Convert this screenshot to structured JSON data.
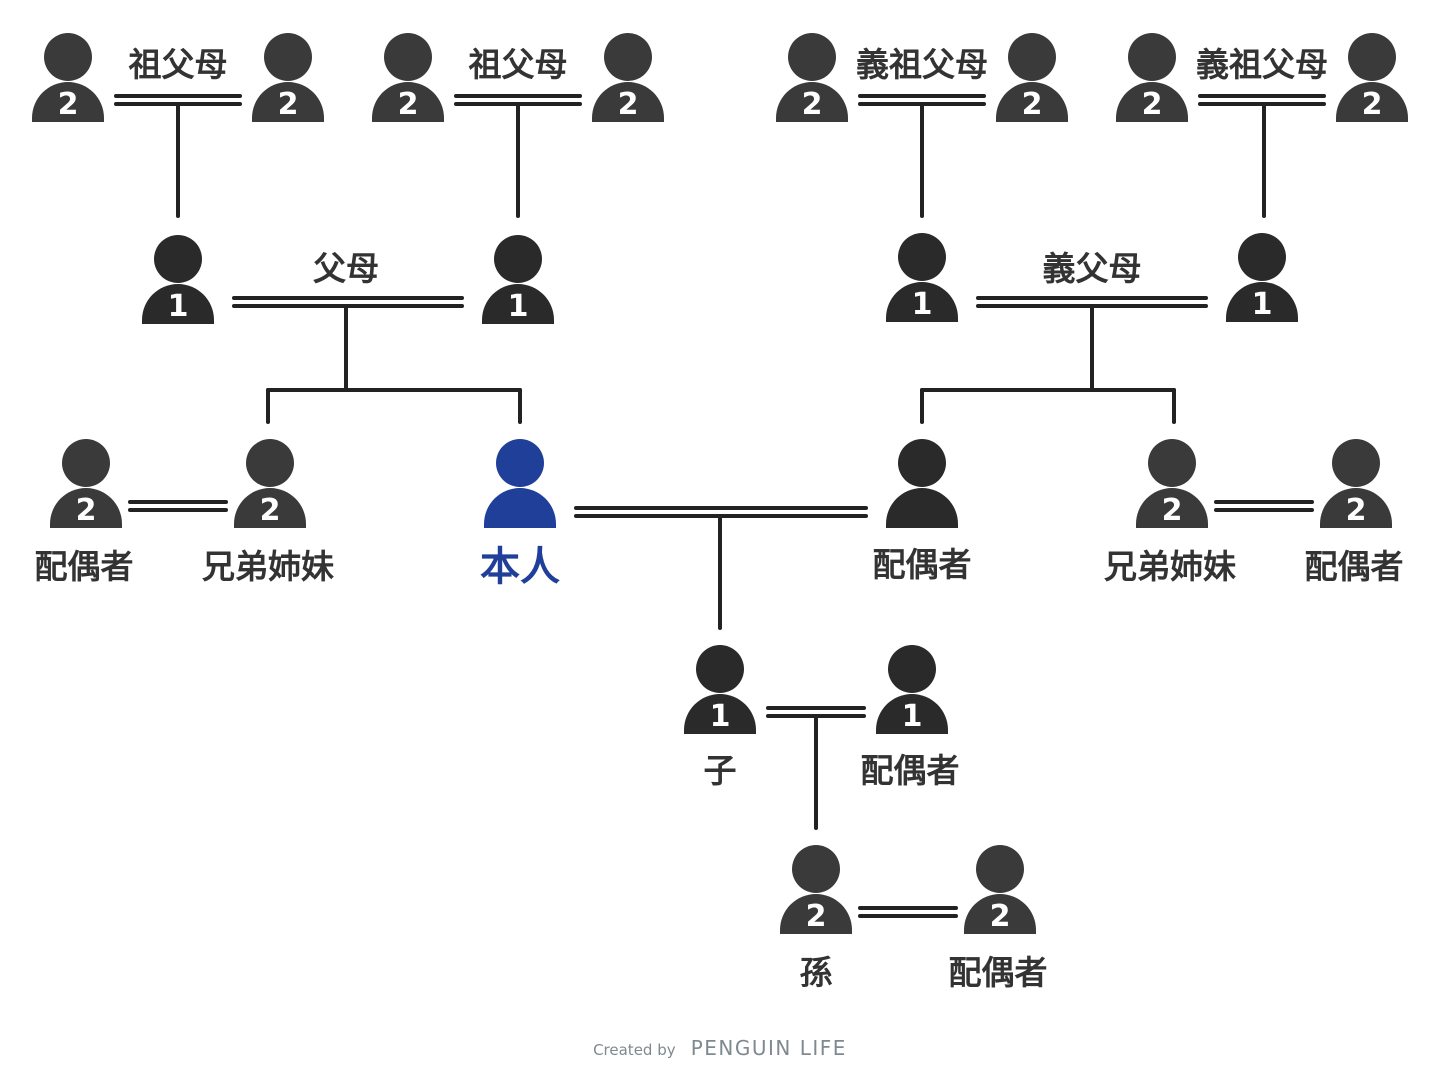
{
  "title": "親族関係図",
  "colors": {
    "self": "#1f3f99",
    "degree1": "#2a2a2a",
    "degree2": "#3a3a3a",
    "spouse": "#2a2a2a",
    "line": "#222222",
    "label": "#333333"
  },
  "groups": [
    {
      "id": "grandparents-left",
      "label": "祖父母"
    },
    {
      "id": "grandparents-right",
      "label": "祖父母"
    },
    {
      "id": "inlaw-grandparents-left",
      "label": "義祖父母"
    },
    {
      "id": "inlaw-grandparents-right",
      "label": "義祖父母"
    },
    {
      "id": "parents",
      "label": "父母"
    },
    {
      "id": "inlaw-parents",
      "label": "義父母"
    }
  ],
  "persons": [
    {
      "id": "gp1",
      "name": "grandparent",
      "degree": "2",
      "label": ""
    },
    {
      "id": "gp2",
      "name": "grandparent",
      "degree": "2",
      "label": ""
    },
    {
      "id": "gp3",
      "name": "grandparent",
      "degree": "2",
      "label": ""
    },
    {
      "id": "gp4",
      "name": "grandparent",
      "degree": "2",
      "label": ""
    },
    {
      "id": "igp1",
      "name": "inlaw-grandparent",
      "degree": "2",
      "label": ""
    },
    {
      "id": "igp2",
      "name": "inlaw-grandparent",
      "degree": "2",
      "label": ""
    },
    {
      "id": "igp3",
      "name": "inlaw-grandparent",
      "degree": "2",
      "label": ""
    },
    {
      "id": "igp4",
      "name": "inlaw-grandparent",
      "degree": "2",
      "label": ""
    },
    {
      "id": "p1",
      "name": "parent",
      "degree": "1",
      "label": ""
    },
    {
      "id": "p2",
      "name": "parent",
      "degree": "1",
      "label": ""
    },
    {
      "id": "ip1",
      "name": "inlaw-parent",
      "degree": "1",
      "label": ""
    },
    {
      "id": "ip2",
      "name": "inlaw-parent",
      "degree": "1",
      "label": ""
    },
    {
      "id": "sibsp",
      "name": "sibling-spouse",
      "degree": "2",
      "label": "配偶者"
    },
    {
      "id": "sib",
      "name": "sibling",
      "degree": "2",
      "label": "兄弟姉妹"
    },
    {
      "id": "self",
      "name": "self",
      "degree": "",
      "label": "本人"
    },
    {
      "id": "spouse",
      "name": "spouse",
      "degree": "",
      "label": "配偶者"
    },
    {
      "id": "isib",
      "name": "inlaw-sibling",
      "degree": "2",
      "label": "兄弟姉妹"
    },
    {
      "id": "isibsp",
      "name": "inlaw-sibling-spouse",
      "degree": "2",
      "label": "配偶者"
    },
    {
      "id": "child",
      "name": "child",
      "degree": "1",
      "label": "子"
    },
    {
      "id": "childsp",
      "name": "child-spouse",
      "degree": "1",
      "label": "配偶者"
    },
    {
      "id": "gc",
      "name": "grandchild",
      "degree": "2",
      "label": "孫"
    },
    {
      "id": "gcsp",
      "name": "grandchild-spouse",
      "degree": "2",
      "label": "配偶者"
    }
  ],
  "footer": {
    "created_by": "Created by",
    "brand": "PENGUIN LIFE"
  }
}
